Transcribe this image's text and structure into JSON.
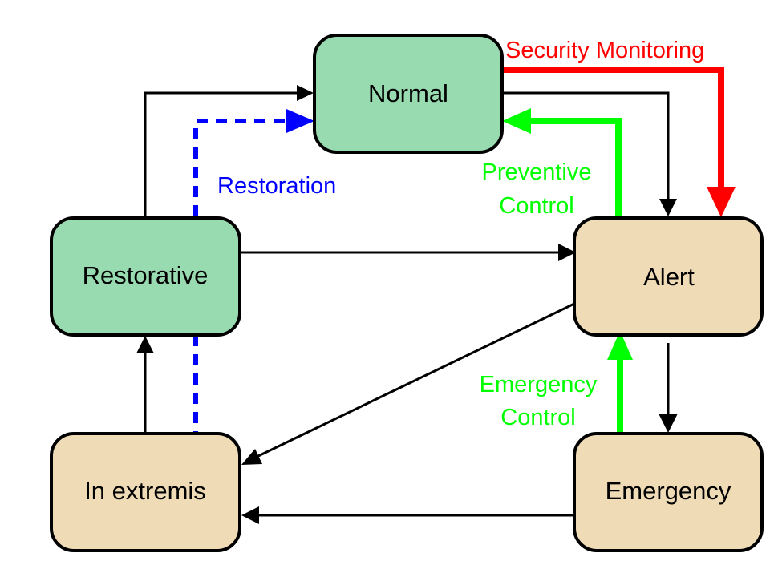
{
  "diagram": {
    "states": {
      "normal": "Normal",
      "alert": "Alert",
      "emergency": "Emergency",
      "in_extremis": "In extremis",
      "restorative": "Restorative"
    },
    "labels": {
      "security_monitoring": "Security Monitoring",
      "preventive_control_line1": "Preventive",
      "preventive_control_line2": "Control",
      "emergency_control_line1": "Emergency",
      "emergency_control_line2": "Control",
      "restoration": "Restoration"
    },
    "colors": {
      "secure_state_fill": "#99dbb0",
      "insecure_state_fill": "#efdcb7",
      "security_monitoring": "#ff0000",
      "control": "#00ff00",
      "restoration": "#0000ff",
      "transition": "#000000"
    }
  }
}
